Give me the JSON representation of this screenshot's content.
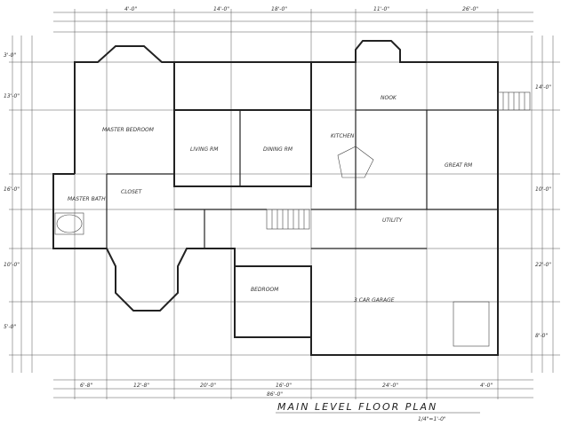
{
  "drawing": {
    "title": "MAIN LEVEL FLOOR PLAN",
    "scale": "1/4\"=1'-0\""
  },
  "rooms": [
    {
      "id": "master-bedroom",
      "label": "MASTER BEDROOM"
    },
    {
      "id": "living-room",
      "label": "LIVING RM"
    },
    {
      "id": "dining-room",
      "label": "DINING RM"
    },
    {
      "id": "kitchen",
      "label": "KITCHEN"
    },
    {
      "id": "nook",
      "label": "NOOK"
    },
    {
      "id": "great-room",
      "label": "GREAT RM"
    },
    {
      "id": "utility",
      "label": "UTILITY"
    },
    {
      "id": "bedroom",
      "label": "BEDROOM"
    },
    {
      "id": "garage",
      "label": "3 CAR GARAGE"
    },
    {
      "id": "closet",
      "label": "CLOSET"
    },
    {
      "id": "master-bath",
      "label": "MASTER BATH"
    }
  ],
  "dimensions": {
    "top": [
      "4'-0\"",
      "14'-0\"",
      "18'-0\"",
      "11'-0\"",
      "26'-0\""
    ],
    "bottom": [
      "6'-8\"",
      "12'-8\"",
      "20'-0\"",
      "16'-0\"",
      "24'-0\"",
      "4'-0\""
    ],
    "overall": "86'-0\"",
    "left": [
      "3'-0\"",
      "13'-0\"",
      "16'-0\"",
      "10'-0\"",
      "5'-0\""
    ],
    "right": [
      "14'-0\"",
      "10'-0\"",
      "22'-0\"",
      "8'-0\""
    ]
  }
}
